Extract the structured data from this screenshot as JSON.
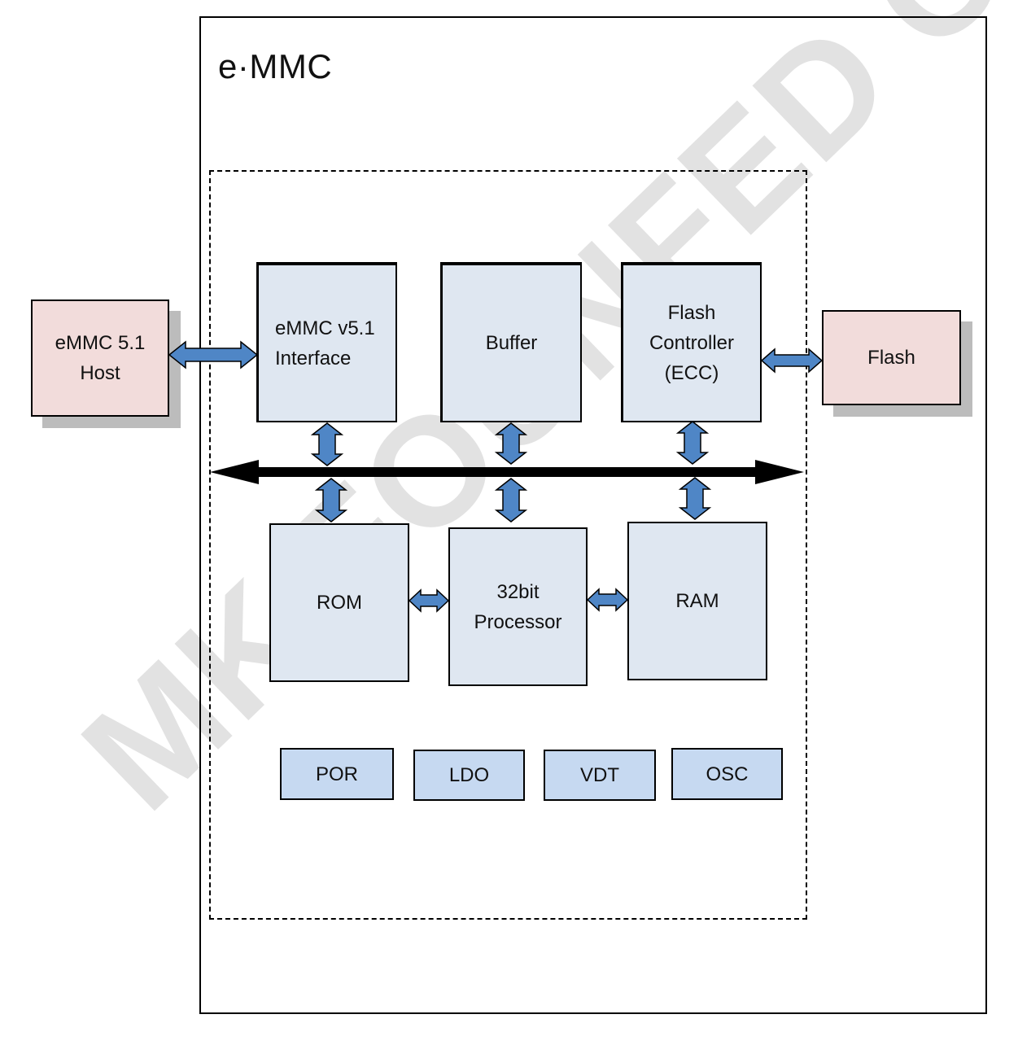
{
  "diagram": {
    "title": "e·MMC",
    "host": "eMMC 5.1\nHost",
    "flash": "Flash",
    "interface": "eMMC v5.1\nInterface",
    "buffer": "Buffer",
    "flash_controller": "Flash\nController\n(ECC)",
    "rom": "ROM",
    "processor": "32bit\nProcessor",
    "ram": "RAM",
    "por": "POR",
    "ldo": "LDO",
    "vdt": "VDT",
    "osc": "OSC"
  },
  "watermark": "MK FOUNFED CONFIDENTIAL",
  "colors": {
    "block_fill": "#dfe7f1",
    "small_block_fill": "#c6d9f1",
    "external_fill": "#f2dcdb",
    "arrow_fill": "#4f86c6",
    "shadow": "#bcbcbc"
  }
}
